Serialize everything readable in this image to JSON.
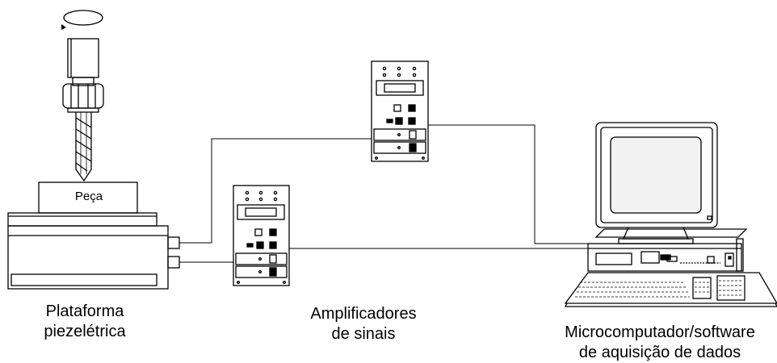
{
  "workpiece": {
    "label": "Peça"
  },
  "captions": {
    "platform": [
      "Plataforma",
      "piezelétrica"
    ],
    "amplifiers": [
      "Amplificadores",
      "de sinais"
    ],
    "computer": [
      "Microcomputador/software",
      "de aquisição de dados"
    ]
  },
  "colors": {
    "stroke": "#000000",
    "background": "#ffffff",
    "screen": "#f2f2f2"
  }
}
